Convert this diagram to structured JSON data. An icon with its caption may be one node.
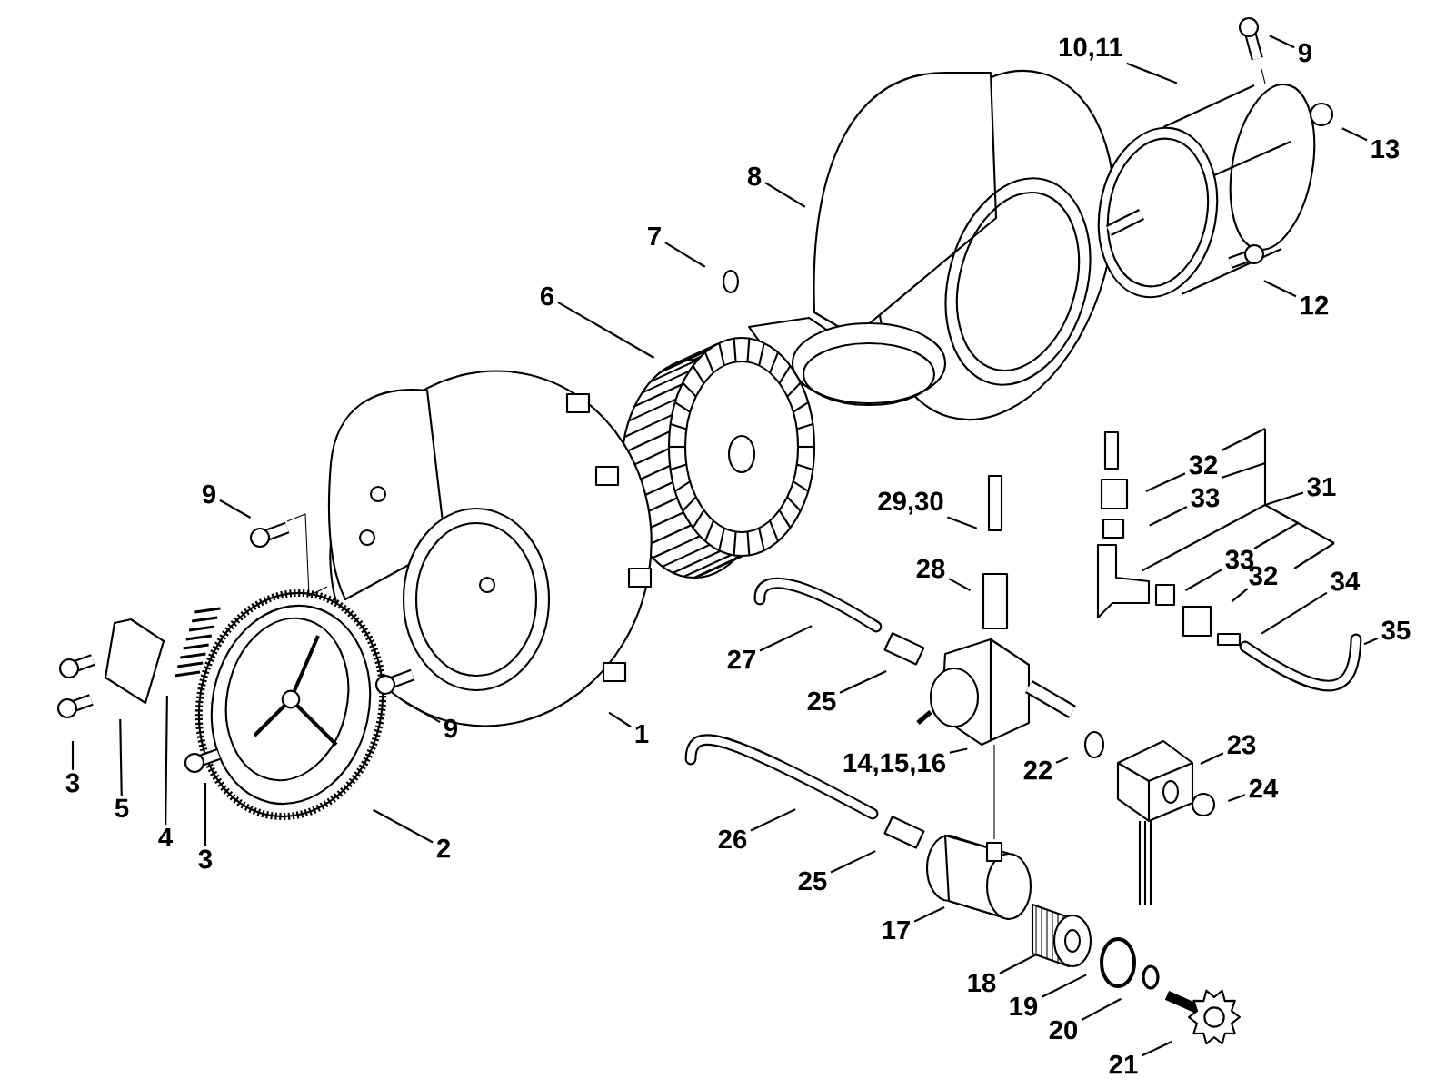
{
  "diagram": {
    "nodes": [
      {
        "text": [
          "10,11"
        ]
      },
      {
        "text": [
          "9"
        ]
      },
      {
        "text": [
          "13"
        ]
      },
      {
        "text": [
          "8"
        ]
      },
      {
        "text": [
          "7"
        ]
      },
      {
        "text": [
          "6"
        ]
      },
      {
        "text": [
          "12"
        ]
      },
      {
        "text": [
          "32"
        ]
      },
      {
        "text": [
          "33"
        ]
      },
      {
        "text": [
          "31"
        ]
      },
      {
        "text": [
          "33"
        ]
      },
      {
        "text": [
          "32"
        ]
      },
      {
        "text": [
          "34"
        ]
      },
      {
        "text": [
          "35"
        ]
      },
      {
        "text": [
          "29,30"
        ]
      },
      {
        "text": [
          "28"
        ]
      },
      {
        "text": [
          "27"
        ]
      },
      {
        "text": [
          "25"
        ]
      },
      {
        "text": [
          "14,15,16"
        ]
      },
      {
        "text": [
          "22"
        ]
      },
      {
        "text": [
          "23"
        ]
      },
      {
        "text": [
          "24"
        ]
      },
      {
        "text": [
          "9"
        ]
      },
      {
        "text": [
          "5"
        ]
      },
      {
        "text": [
          "4"
        ]
      },
      {
        "text": [
          "3"
        ]
      },
      {
        "text": [
          "3"
        ]
      },
      {
        "text": [
          "9"
        ]
      },
      {
        "text": [
          "1"
        ]
      },
      {
        "text": [
          "2"
        ]
      },
      {
        "text": [
          "26"
        ]
      },
      {
        "text": [
          "25"
        ]
      },
      {
        "text": [
          "17"
        ]
      },
      {
        "text": [
          "18"
        ]
      },
      {
        "text": [
          "19"
        ]
      },
      {
        "text": [
          "20"
        ]
      },
      {
        "text": [
          "21"
        ]
      }
    ],
    "edges": [
      {
        "from": 0,
        "to": null,
        "arrow": "none"
      },
      {
        "from": 1,
        "to": null,
        "arrow": "none"
      },
      {
        "from": 2,
        "to": null,
        "arrow": "none"
      },
      {
        "from": 3,
        "to": null,
        "arrow": "none"
      },
      {
        "from": 4,
        "to": null,
        "arrow": "none"
      },
      {
        "from": 5,
        "to": null,
        "arrow": "none"
      },
      {
        "from": 6,
        "to": null,
        "arrow": "none"
      },
      {
        "from": 7,
        "to": null,
        "arrow": "none"
      },
      {
        "from": 8,
        "to": null,
        "arrow": "none"
      },
      {
        "from": 9,
        "to": null,
        "arrow": "none"
      },
      {
        "from": 10,
        "to": null,
        "arrow": "none"
      },
      {
        "from": 11,
        "to": null,
        "arrow": "none"
      },
      {
        "from": 12,
        "to": null,
        "arrow": "none"
      },
      {
        "from": 13,
        "to": null,
        "arrow": "none"
      },
      {
        "from": 14,
        "to": null,
        "arrow": "none"
      },
      {
        "from": 15,
        "to": null,
        "arrow": "none"
      },
      {
        "from": 16,
        "to": null,
        "arrow": "none"
      },
      {
        "from": 17,
        "to": null,
        "arrow": "none"
      },
      {
        "from": 18,
        "to": null,
        "arrow": "none"
      },
      {
        "from": 19,
        "to": null,
        "arrow": "none"
      },
      {
        "from": 20,
        "to": null,
        "arrow": "none"
      },
      {
        "from": 21,
        "to": null,
        "arrow": "none"
      },
      {
        "from": 22,
        "to": null,
        "arrow": "none"
      },
      {
        "from": 23,
        "to": null,
        "arrow": "none"
      },
      {
        "from": 24,
        "to": null,
        "arrow": "none"
      },
      {
        "from": 25,
        "to": null,
        "arrow": "none"
      },
      {
        "from": 26,
        "to": null,
        "arrow": "none"
      },
      {
        "from": 27,
        "to": null,
        "arrow": "none"
      },
      {
        "from": 28,
        "to": null,
        "arrow": "none"
      },
      {
        "from": 29,
        "to": null,
        "arrow": "none"
      },
      {
        "from": 30,
        "to": null,
        "arrow": "none"
      },
      {
        "from": 31,
        "to": null,
        "arrow": "none"
      },
      {
        "from": 32,
        "to": null,
        "arrow": "none"
      },
      {
        "from": 33,
        "to": null,
        "arrow": "none"
      },
      {
        "from": 34,
        "to": null,
        "arrow": "none"
      },
      {
        "from": 35,
        "to": null,
        "arrow": "none"
      },
      {
        "from": 36,
        "to": null,
        "arrow": "none"
      }
    ]
  }
}
